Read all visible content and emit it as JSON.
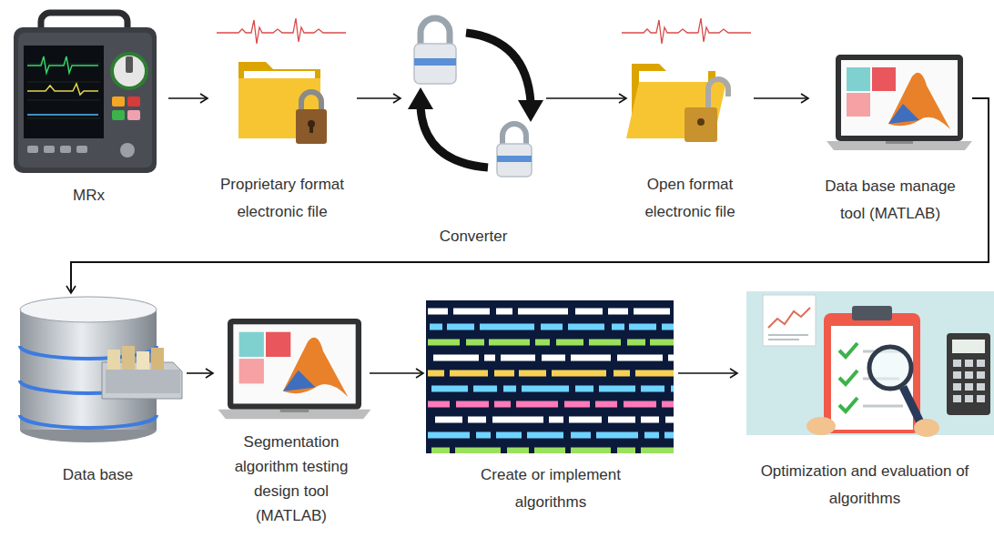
{
  "diagram": {
    "nodes": [
      {
        "text": [
          "MRx"
        ]
      },
      {
        "text": [
          "Proprietary format electronic file"
        ]
      },
      {
        "text": [
          "Converter"
        ]
      },
      {
        "text": [
          "Open format electronic file"
        ]
      },
      {
        "text": [
          "Data base manage tool (MATLAB)"
        ]
      },
      {
        "text": [
          "Data base"
        ]
      },
      {
        "text": [
          "Segmentation algorithm testing design tool (MATLAB)"
        ]
      },
      {
        "text": [
          "Create or implement algorithms"
        ]
      },
      {
        "text": [
          "Optimization and evaluation of algorithms"
        ]
      }
    ],
    "edges": [
      {
        "from": 0,
        "to": 1,
        "arrow": "to"
      },
      {
        "from": 1,
        "to": 2,
        "arrow": "to"
      },
      {
        "from": 2,
        "to": 3,
        "arrow": "to"
      },
      {
        "from": 3,
        "to": 4,
        "arrow": "to"
      },
      {
        "from": 4,
        "to": 5,
        "arrow": "to"
      },
      {
        "from": 5,
        "to": 6,
        "arrow": "to"
      },
      {
        "from": 6,
        "to": 7,
        "arrow": "to"
      },
      {
        "from": 7,
        "to": 8,
        "arrow": "to"
      }
    ]
  }
}
